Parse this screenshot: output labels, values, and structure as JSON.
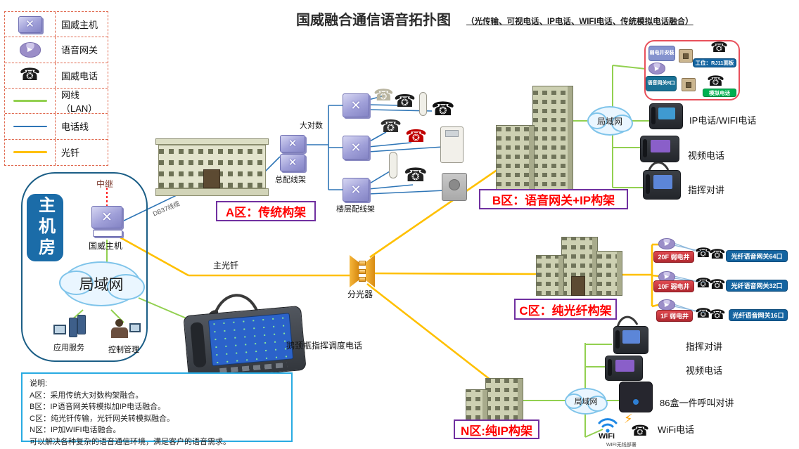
{
  "title": {
    "text": "国威融合通信语音拓扑图",
    "subtitle": "（光传输、可视电话、IP电话、WIFI电话、传统模拟电话融合）"
  },
  "colors": {
    "lan_line": "#92D050",
    "phone_line": "#2E75B6",
    "fiber_line": "#FFC000",
    "zone_text": "#FF0000",
    "zone_border": "#7030A0"
  },
  "legend": {
    "items": [
      {
        "label": "国威主机",
        "icon": "switch-icon"
      },
      {
        "label": "语音网关",
        "icon": "gateway-drum-icon"
      },
      {
        "label": "国威电话",
        "icon": "phone-icon"
      },
      {
        "label": "网线（LAN）",
        "icon": "lan-line-swatch"
      },
      {
        "label": "电话线",
        "icon": "phone-line-swatch"
      },
      {
        "label": "光钎",
        "icon": "fiber-line-swatch"
      }
    ]
  },
  "host_room": {
    "label": "主机房",
    "relay": "中继",
    "host": "国威主机",
    "lan": "局域网",
    "app": "应用服务",
    "control": "控制管理",
    "cable": "DB37线缆"
  },
  "zone_a": {
    "label": "A区：传统构架",
    "trunk": "大对数",
    "mdf": "总配线架",
    "fdf": "楼层配线架"
  },
  "zone_b": {
    "label": "B区：语音网关+IP构架",
    "lan": "局域网",
    "phones": [
      "IP电话/WIFI电话",
      "视频电话",
      "指挥对讲"
    ]
  },
  "detail_box": {
    "well": "弱电井安装",
    "gateway": "语音网关8口",
    "panel": "工位：RJ11面板",
    "analog": "模拟电话"
  },
  "center": {
    "fiber": "主光钎",
    "splitter": "分光器",
    "dispatch": "鹅颈瓶指挥调度电话"
  },
  "zone_c": {
    "label": "C区：纯光纤构架",
    "rows": [
      {
        "floor": "20F 弱电井",
        "gw": "光纤语音网关64口"
      },
      {
        "floor": "10F 弱电井",
        "gw": "光纤语音网关32口"
      },
      {
        "floor": "1F 弱电井",
        "gw": "光纤语音网关16口"
      }
    ]
  },
  "zone_n": {
    "label": "N区:纯IP构架",
    "lan": "局域网",
    "items": [
      "指挥对讲",
      "视频电话",
      "86盒一件呼叫对讲",
      "WiFi电话"
    ],
    "wifi": "WiFi",
    "deploy": "WIFI无线部署"
  },
  "notes": {
    "title": "说明:",
    "lines": [
      "A区：采用传统大对数构架融合。",
      "B区：IP语音网关转模拟加IP电话融合。",
      "C区：纯光钎传输，光钎网关转模拟融合。",
      "N区：IP加WIFI电话融合。",
      "可以解决各种复杂的语音通信环境，满足客户的语音需求。"
    ]
  }
}
